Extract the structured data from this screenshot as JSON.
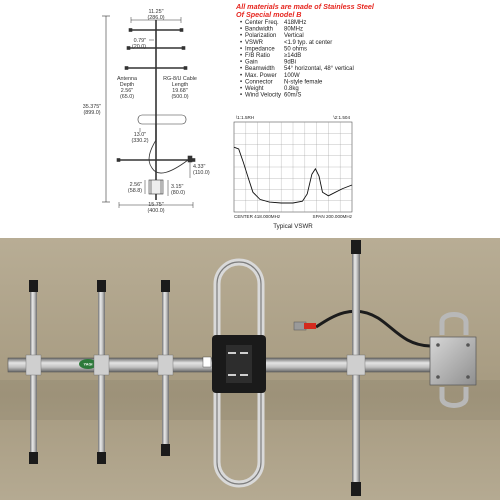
{
  "drawing": {
    "top_width": "11.25\"",
    "top_width_mm": "(286.0)",
    "element_gap": "0.79\"",
    "element_gap_mm": "(20.0)",
    "antenna_depth_title": "Antenna\nDepth",
    "antenna_depth": "2.56\"",
    "antenna_depth_mm": "(65.0)",
    "cable_title": "RG-8/U Cable\nLength",
    "cable_length": "19.68\"",
    "cable_length_mm": "(500.0)",
    "total_height": "35.375\"",
    "total_height_mm": "(899.0)",
    "dipole_width": "13.0\"",
    "dipole_width_mm": "(330.2)",
    "dipole_gap": "4.33\"",
    "dipole_gap_mm": "(110.0)",
    "clamp_height": "2.56\"",
    "clamp_height_mm": "(58.8)",
    "clamp_gap": "3.15\"",
    "clamp_gap_mm": "(80.0)",
    "reflector_width": "15.75\"",
    "reflector_width_mm": "(400.0)"
  },
  "specs": {
    "heading_line1": "All materials are made of  Stainless Steel",
    "heading_line2": "Of Special model B",
    "rows": [
      {
        "label": "Center Freq.",
        "value": "418MHz"
      },
      {
        "label": "Bandwidth",
        "value": "80MHz"
      },
      {
        "label": "Polarization",
        "value": "Vertical"
      },
      {
        "label": "VSWR",
        "value": "<1.9 typ. at center"
      },
      {
        "label": "Impedance",
        "value": "50 ohms"
      },
      {
        "label": "F/B Ratio",
        "value": "≥14dB"
      },
      {
        "label": "Gain",
        "value": "9dBi"
      },
      {
        "label": "Beamwidth",
        "value": "54° horizontal, 48° vertical"
      },
      {
        "label": "Max. Power",
        "value": "100W"
      },
      {
        "label": "Connector",
        "value": "N-style female"
      },
      {
        "label": "Weight",
        "value": "0.8kg"
      },
      {
        "label": "Wind Velocity",
        "value": "60m/S"
      }
    ]
  },
  "vswr_plot": {
    "top_left": "\\1:1.5RH",
    "top_right": "\\2:1.504",
    "bottom_left": "CENTER 418.000MHz",
    "bottom_right": "SPAN 200.000MHz",
    "caption": "Typical VSWR"
  },
  "photo": {
    "boom_label": "YAGI"
  },
  "colors": {
    "heading_red": "#e6261f",
    "line": "#333333",
    "trace": "#111111",
    "photo_bg": "#b4a88e"
  }
}
